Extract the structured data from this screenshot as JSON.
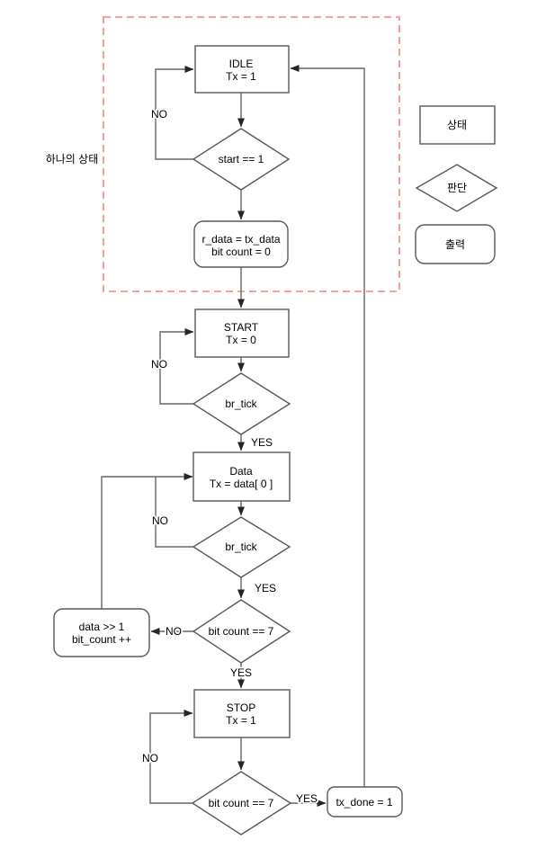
{
  "annotation": "하나의 상태",
  "edge_labels": {
    "no": "NO",
    "yes": "YES"
  },
  "nodes": {
    "idle": {
      "title": "IDLE",
      "detail": "Tx = 1"
    },
    "start_check": {
      "label": "start == 1"
    },
    "load": {
      "line1": "r_data = tx_data",
      "line2": "bit count = 0"
    },
    "start": {
      "title": "START",
      "detail": "Tx = 0"
    },
    "br_tick_1": {
      "label": "br_tick"
    },
    "data": {
      "title": "Data",
      "detail": "Tx = data[ 0 ]"
    },
    "br_tick_2": {
      "label": "br_tick"
    },
    "bit_count_1": {
      "label": "bit count == 7"
    },
    "shift": {
      "line1": "data >> 1",
      "line2": "bit_count ++"
    },
    "stop": {
      "title": "STOP",
      "detail": "Tx = 1"
    },
    "bit_count_2": {
      "label": "bit count == 7"
    },
    "tx_done": {
      "label": "tx_done = 1"
    }
  },
  "legend": {
    "state": "상태",
    "decision": "판단",
    "output": "출력"
  },
  "colors": {
    "shape_border": "#595959",
    "connector": "#666666",
    "arrowhead": "#262626",
    "boundary": "#f58383",
    "text": "#000000",
    "background": "#ffffff"
  }
}
